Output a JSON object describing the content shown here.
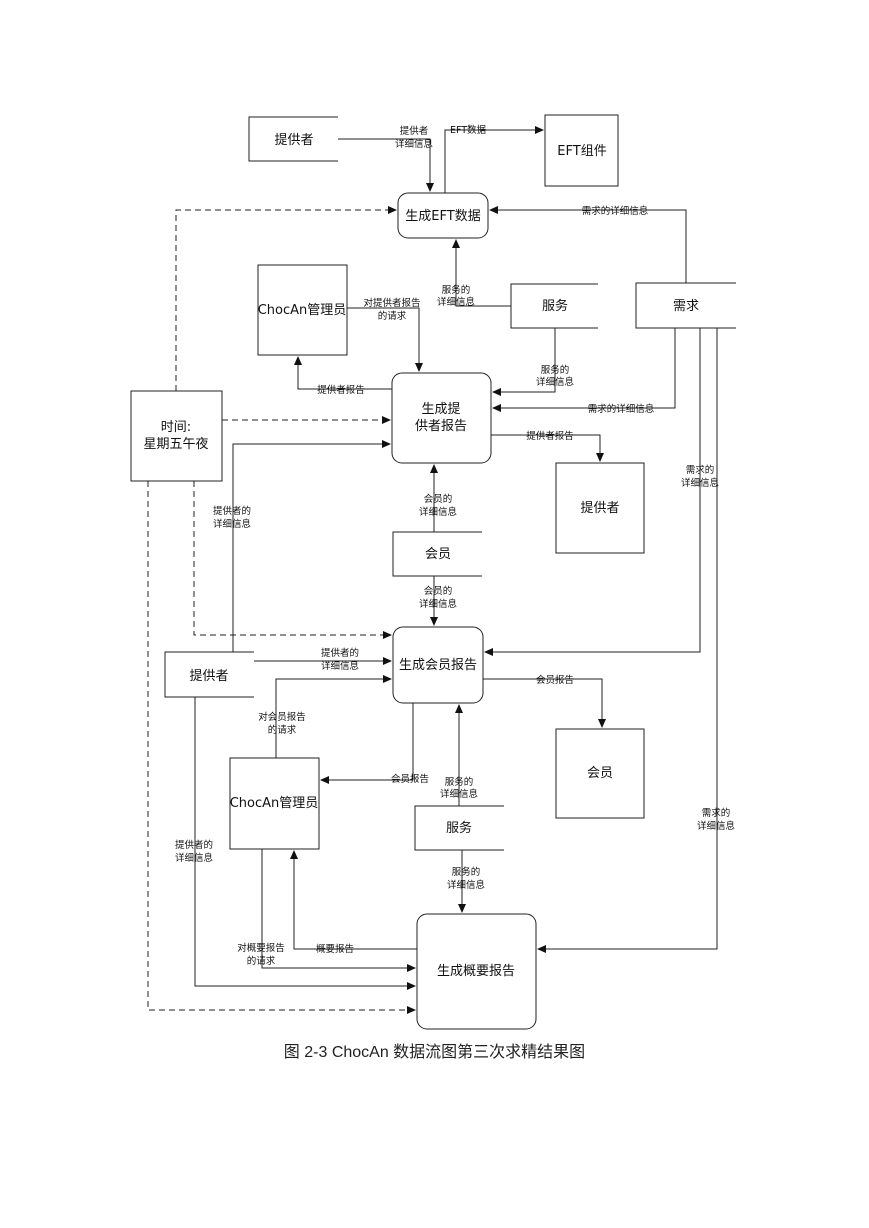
{
  "caption": "图 2-3 ChocAn 数据流图第三次求精结果图",
  "nodes": {
    "provider_top": "提供者",
    "eft_component": "EFT组件",
    "gen_eft": "生成EFT数据",
    "manager_top": "ChocAn管理员",
    "service_top": "服务",
    "demand": "需求",
    "time_line1": "时间:",
    "time_line2": "星期五午夜",
    "gen_provider_line1": "生成提",
    "gen_provider_line2": "供者报告",
    "provider_right": "提供者",
    "member_store": "会员",
    "gen_member": "生成会员报告",
    "provider_left": "提供者",
    "member_right": "会员",
    "manager_bottom": "ChocAn管理员",
    "service_bottom": "服务",
    "gen_summary": "生成概要报告"
  },
  "labels": {
    "provider_detail_top_1": "提供者",
    "provider_detail_top_2": "详细信息",
    "eft_data": "EFT数据",
    "demand_detail_top": "需求的详细信息",
    "service_detail_top_1": "服务的",
    "service_detail_top_2": "详细信息",
    "req_provider_report_1": "对提供者报告",
    "req_provider_report_2": "的请求",
    "service_detail_mid_1": "服务的",
    "service_detail_mid_2": "详细信息",
    "provider_report_left": "提供者报告",
    "demand_detail_mid": "需求的详细信息",
    "provider_report_right": "提供者报告",
    "demand_detail_right_1": "需求的",
    "demand_detail_right_2": "详细信息",
    "provider_detail_left_1": "提供者的",
    "provider_detail_left_2": "详细信息",
    "member_detail_up_1": "会员的",
    "member_detail_up_2": "详细信息",
    "member_detail_down_1": "会员的",
    "member_detail_down_2": "详细信息",
    "provider_detail_mid_1": "提供者的",
    "provider_detail_mid_2": "详细信息",
    "member_report_right": "会员报告",
    "req_member_report_1": "对会员报告",
    "req_member_report_2": "的请求",
    "member_report_left": "会员报告",
    "service_detail_low_1": "服务的",
    "service_detail_low_2": "详细信息",
    "demand_detail_low_1": "需求的",
    "demand_detail_low_2": "详细信息",
    "provider_detail_low_1": "提供者的",
    "provider_detail_low_2": "详细信息",
    "service_detail_bottom_1": "服务的",
    "service_detail_bottom_2": "详细信息",
    "req_summary_1": "对概要报告",
    "req_summary_2": "的请求",
    "summary_report": "概要报告"
  }
}
